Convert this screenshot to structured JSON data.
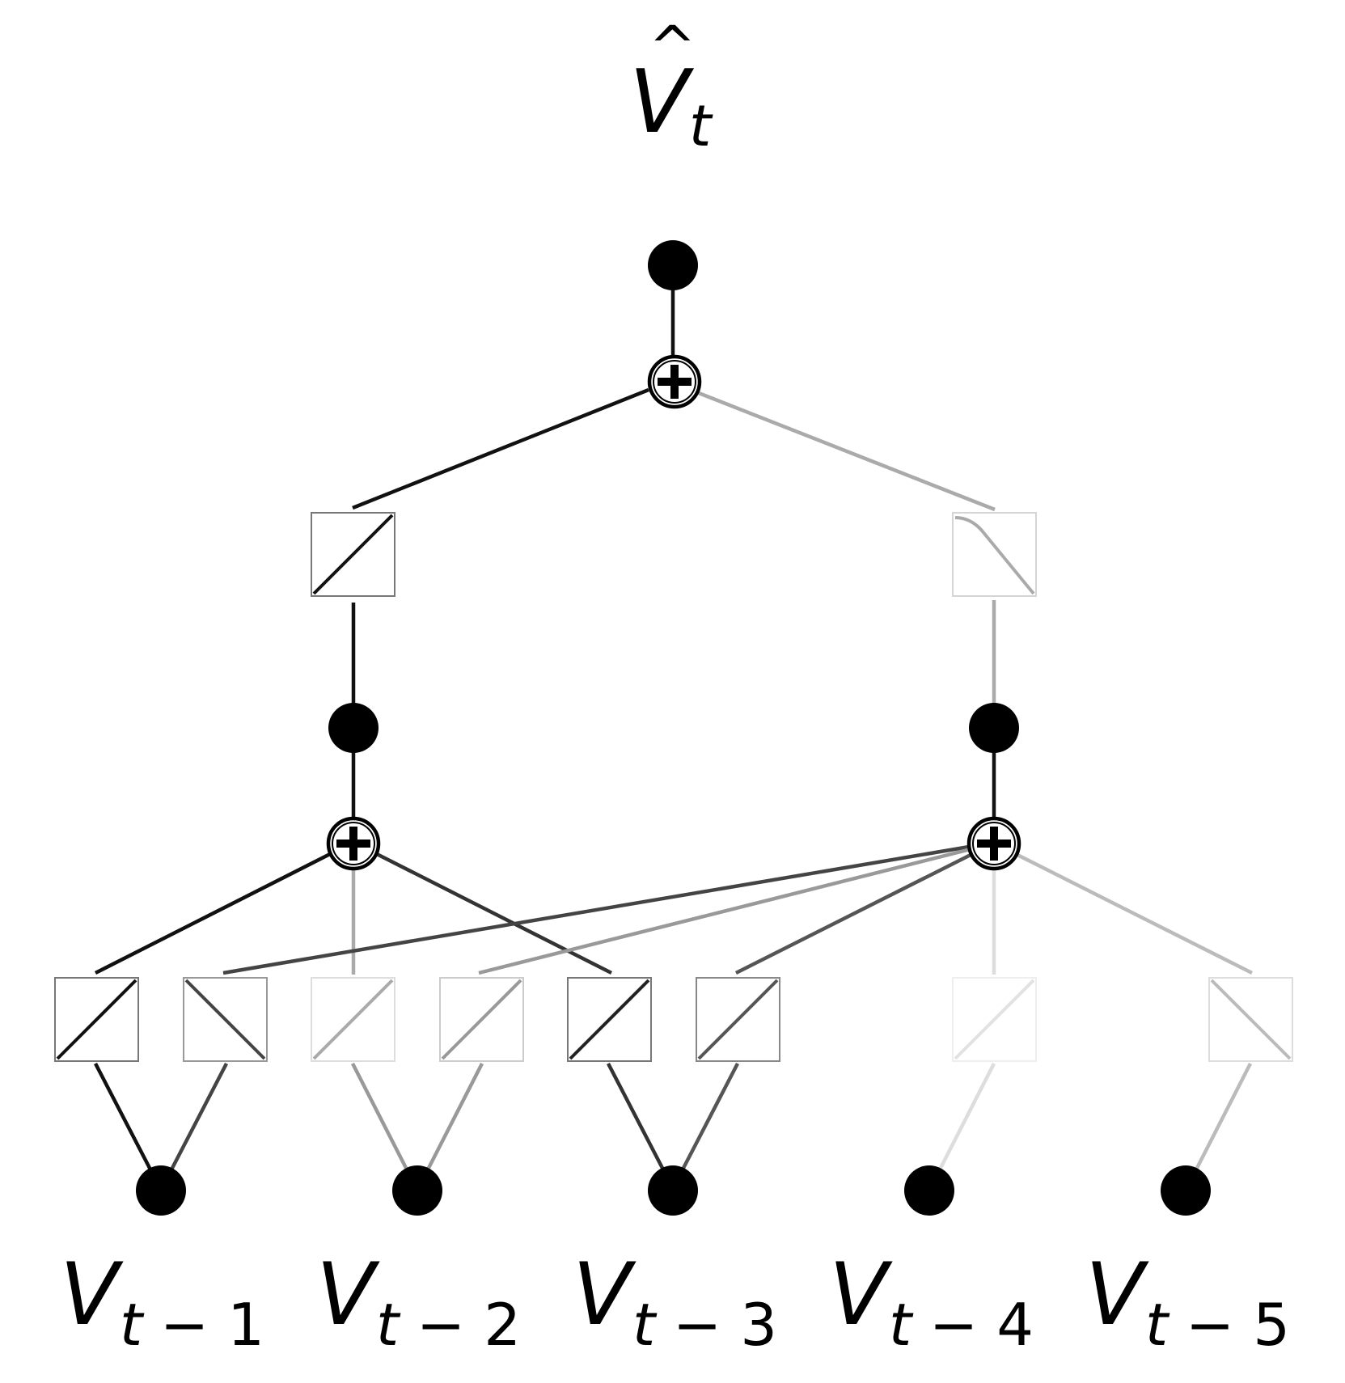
{
  "output_label": {
    "main": "V",
    "hat": "^",
    "sub": "t"
  },
  "input_labels": [
    {
      "main": "V",
      "sub_var": "t",
      "sub_rest": "− 1"
    },
    {
      "main": "V",
      "sub_var": "t",
      "sub_rest": "− 2"
    },
    {
      "main": "V",
      "sub_var": "t",
      "sub_rest": "− 3"
    },
    {
      "main": "V",
      "sub_var": "t",
      "sub_rest": "− 4"
    },
    {
      "main": "V",
      "sub_var": "t",
      "sub_rest": "− 5"
    }
  ],
  "sum_node_symbol": "+",
  "edge_colors": {
    "black": "#111111",
    "dark": "#444444",
    "mid": "#555555",
    "gray": "#999999",
    "light": "#bbbbbb",
    "faint": "#dddddd"
  }
}
